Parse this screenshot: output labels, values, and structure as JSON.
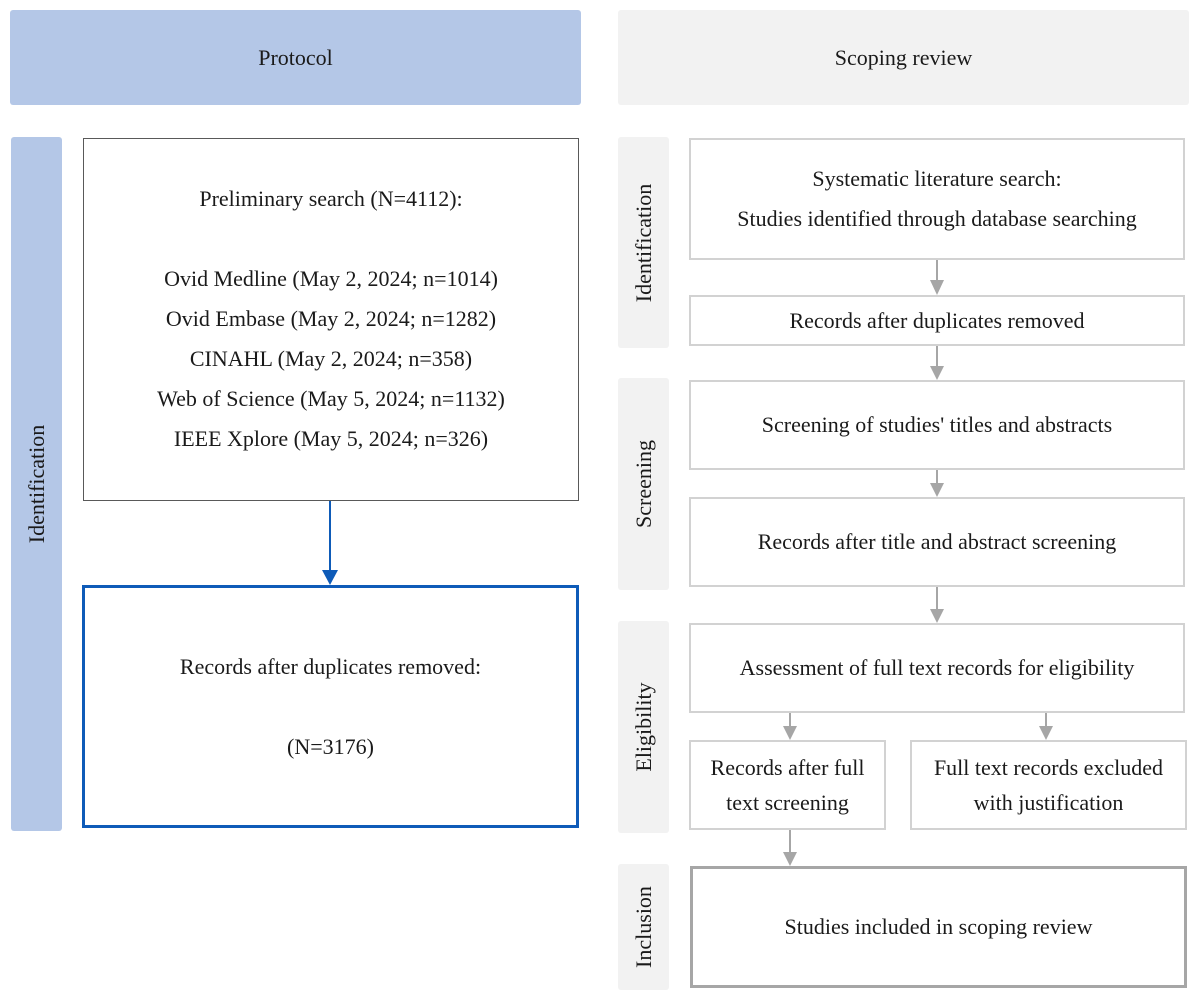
{
  "protocol": {
    "header": "Protocol",
    "band_label": "Identification",
    "search_title": "Preliminary search (N=4112):",
    "sources": [
      "Ovid Medline (May 2, 2024; n=1014)",
      "Ovid Embase (May 2, 2024; n=1282)",
      "CINAHL (May 2, 2024; n=358)",
      "Web of Science (May 5, 2024; n=1132)",
      "IEEE Xplore (May 5, 2024; n=326)"
    ],
    "dedup_title": "Records after duplicates removed:",
    "dedup_count": "(N=3176)"
  },
  "review": {
    "header": "Scoping review",
    "stages": {
      "identification": "Identification",
      "screening": "Screening",
      "eligibility": "Eligibility",
      "inclusion": "Inclusion"
    },
    "boxes": {
      "search_line1": "Systematic literature search:",
      "search_line2": "Studies identified through database searching",
      "dedup": "Records after duplicates removed",
      "screen_ta": "Screening of studies' titles and abstracts",
      "after_ta": "Records after title and abstract screening",
      "assess_full": "Assessment of full text records for eligibility",
      "after_full_line1": "Records after full",
      "after_full_line2": "text screening",
      "excluded_line1": "Full text records excluded",
      "excluded_line2": "with justification",
      "included": "Studies included in scoping review"
    }
  },
  "colors": {
    "protocol_fill": "#b4c7e7",
    "review_fill": "#f2f2f2",
    "blue_accent": "#0e5bb8",
    "gray_arrow": "#a6a6a6",
    "dark_border": "#595959"
  }
}
